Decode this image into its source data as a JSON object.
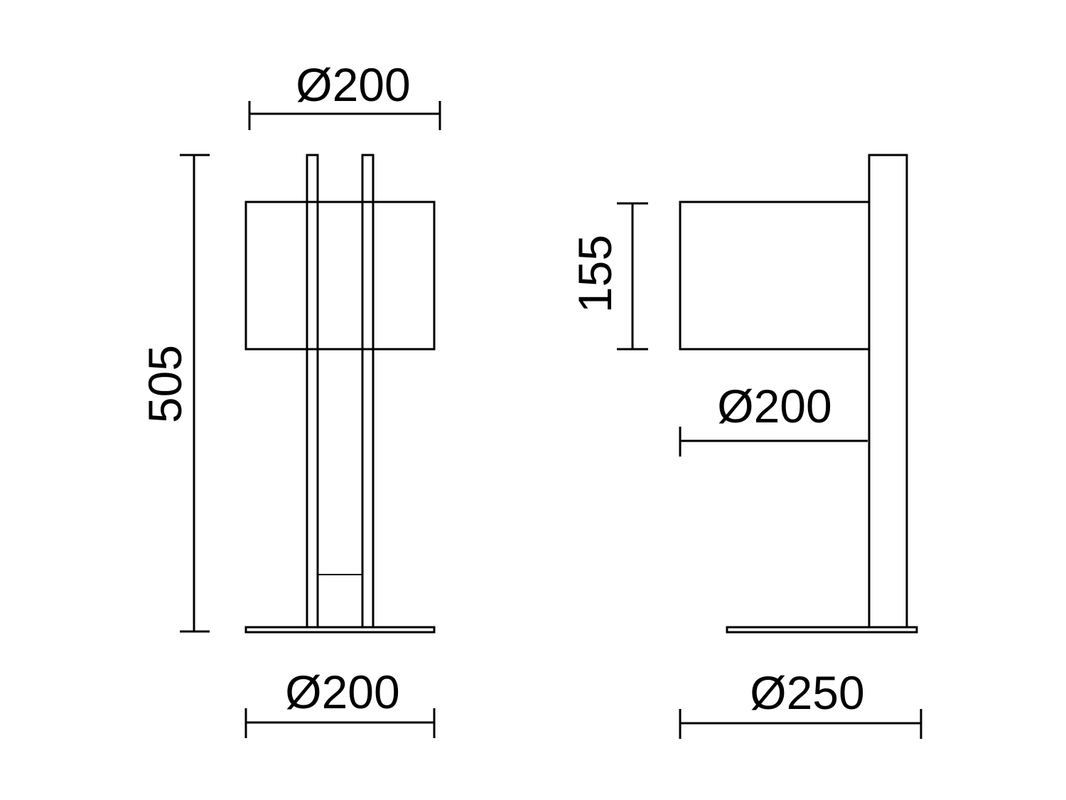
{
  "front_view": {
    "shade_diameter": "Ø200",
    "total_height": "505",
    "base_diameter": "Ø200"
  },
  "side_view": {
    "shade_height": "155",
    "shade_diameter": "Ø200",
    "base_diameter": "Ø250"
  }
}
